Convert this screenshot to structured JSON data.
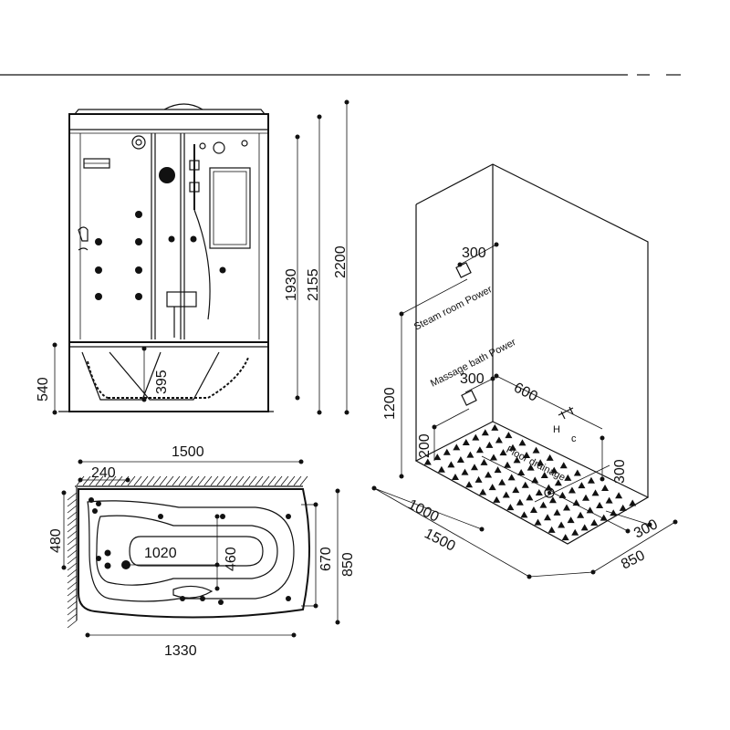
{
  "front_view": {
    "dims": {
      "total_height": "2200",
      "height_2155": "2155",
      "cabin_height": "1930",
      "tub_height": "540",
      "seat_height": "395"
    }
  },
  "plan_view": {
    "dims": {
      "length": "1500",
      "inner_length": "1330",
      "width": "850",
      "inner_width": "670",
      "offset_240": "240",
      "depth_480": "480",
      "basin_length": "1020",
      "basin_width": "460"
    }
  },
  "install_view": {
    "labels": {
      "steam_power": "Steam room Power",
      "massage_power": "Massage bath Power",
      "floor_drainage": "Floor drainage",
      "hot": "H",
      "cold": "c"
    },
    "dims": {
      "steam_300": "300",
      "massage_300": "300",
      "pipe_600": "600",
      "height_1200": "1200",
      "height_200": "200",
      "pipe_300": "300",
      "floor_1000": "1000",
      "floor_1500": "1500",
      "floor_300": "300",
      "floor_850": "850"
    }
  }
}
